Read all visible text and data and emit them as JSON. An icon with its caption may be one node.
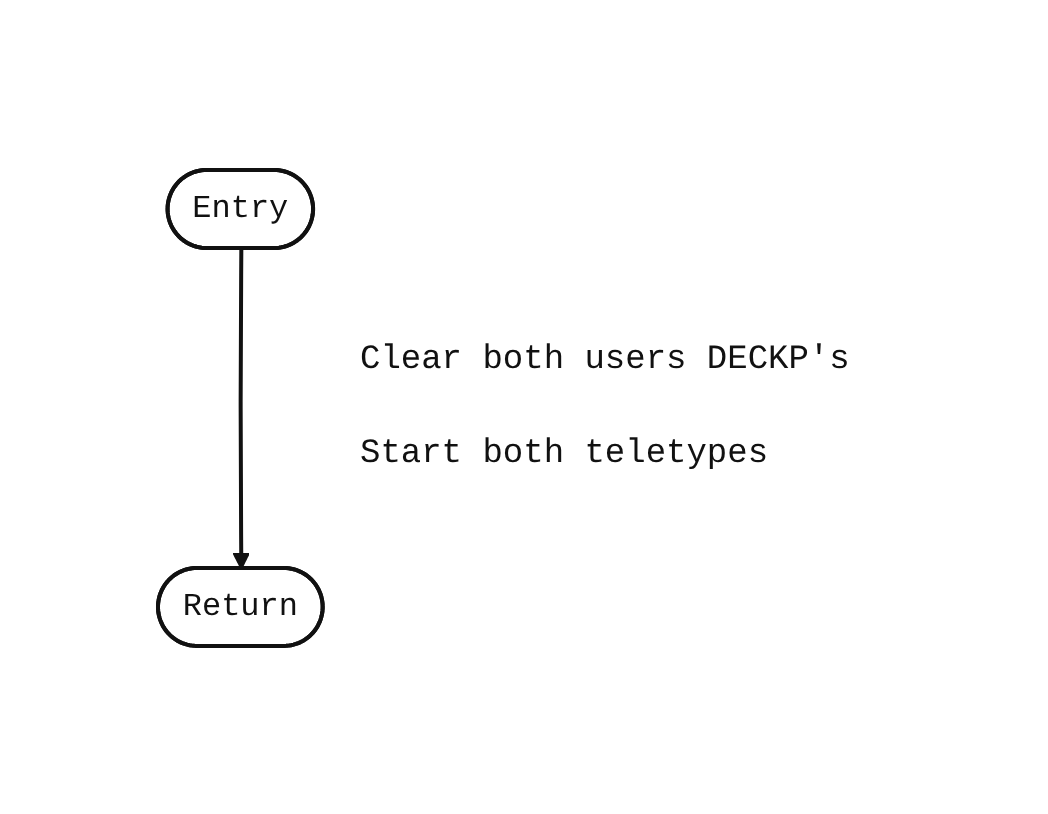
{
  "diagram": {
    "nodes": [
      {
        "text": [
          "Entry"
        ]
      },
      {
        "text": [
          "Return"
        ]
      }
    ],
    "edges": [
      {
        "from": 0,
        "to": 1,
        "arrow": "to"
      }
    ],
    "labels": [
      "Clear both users DECKP's",
      "Start both teletypes"
    ]
  }
}
